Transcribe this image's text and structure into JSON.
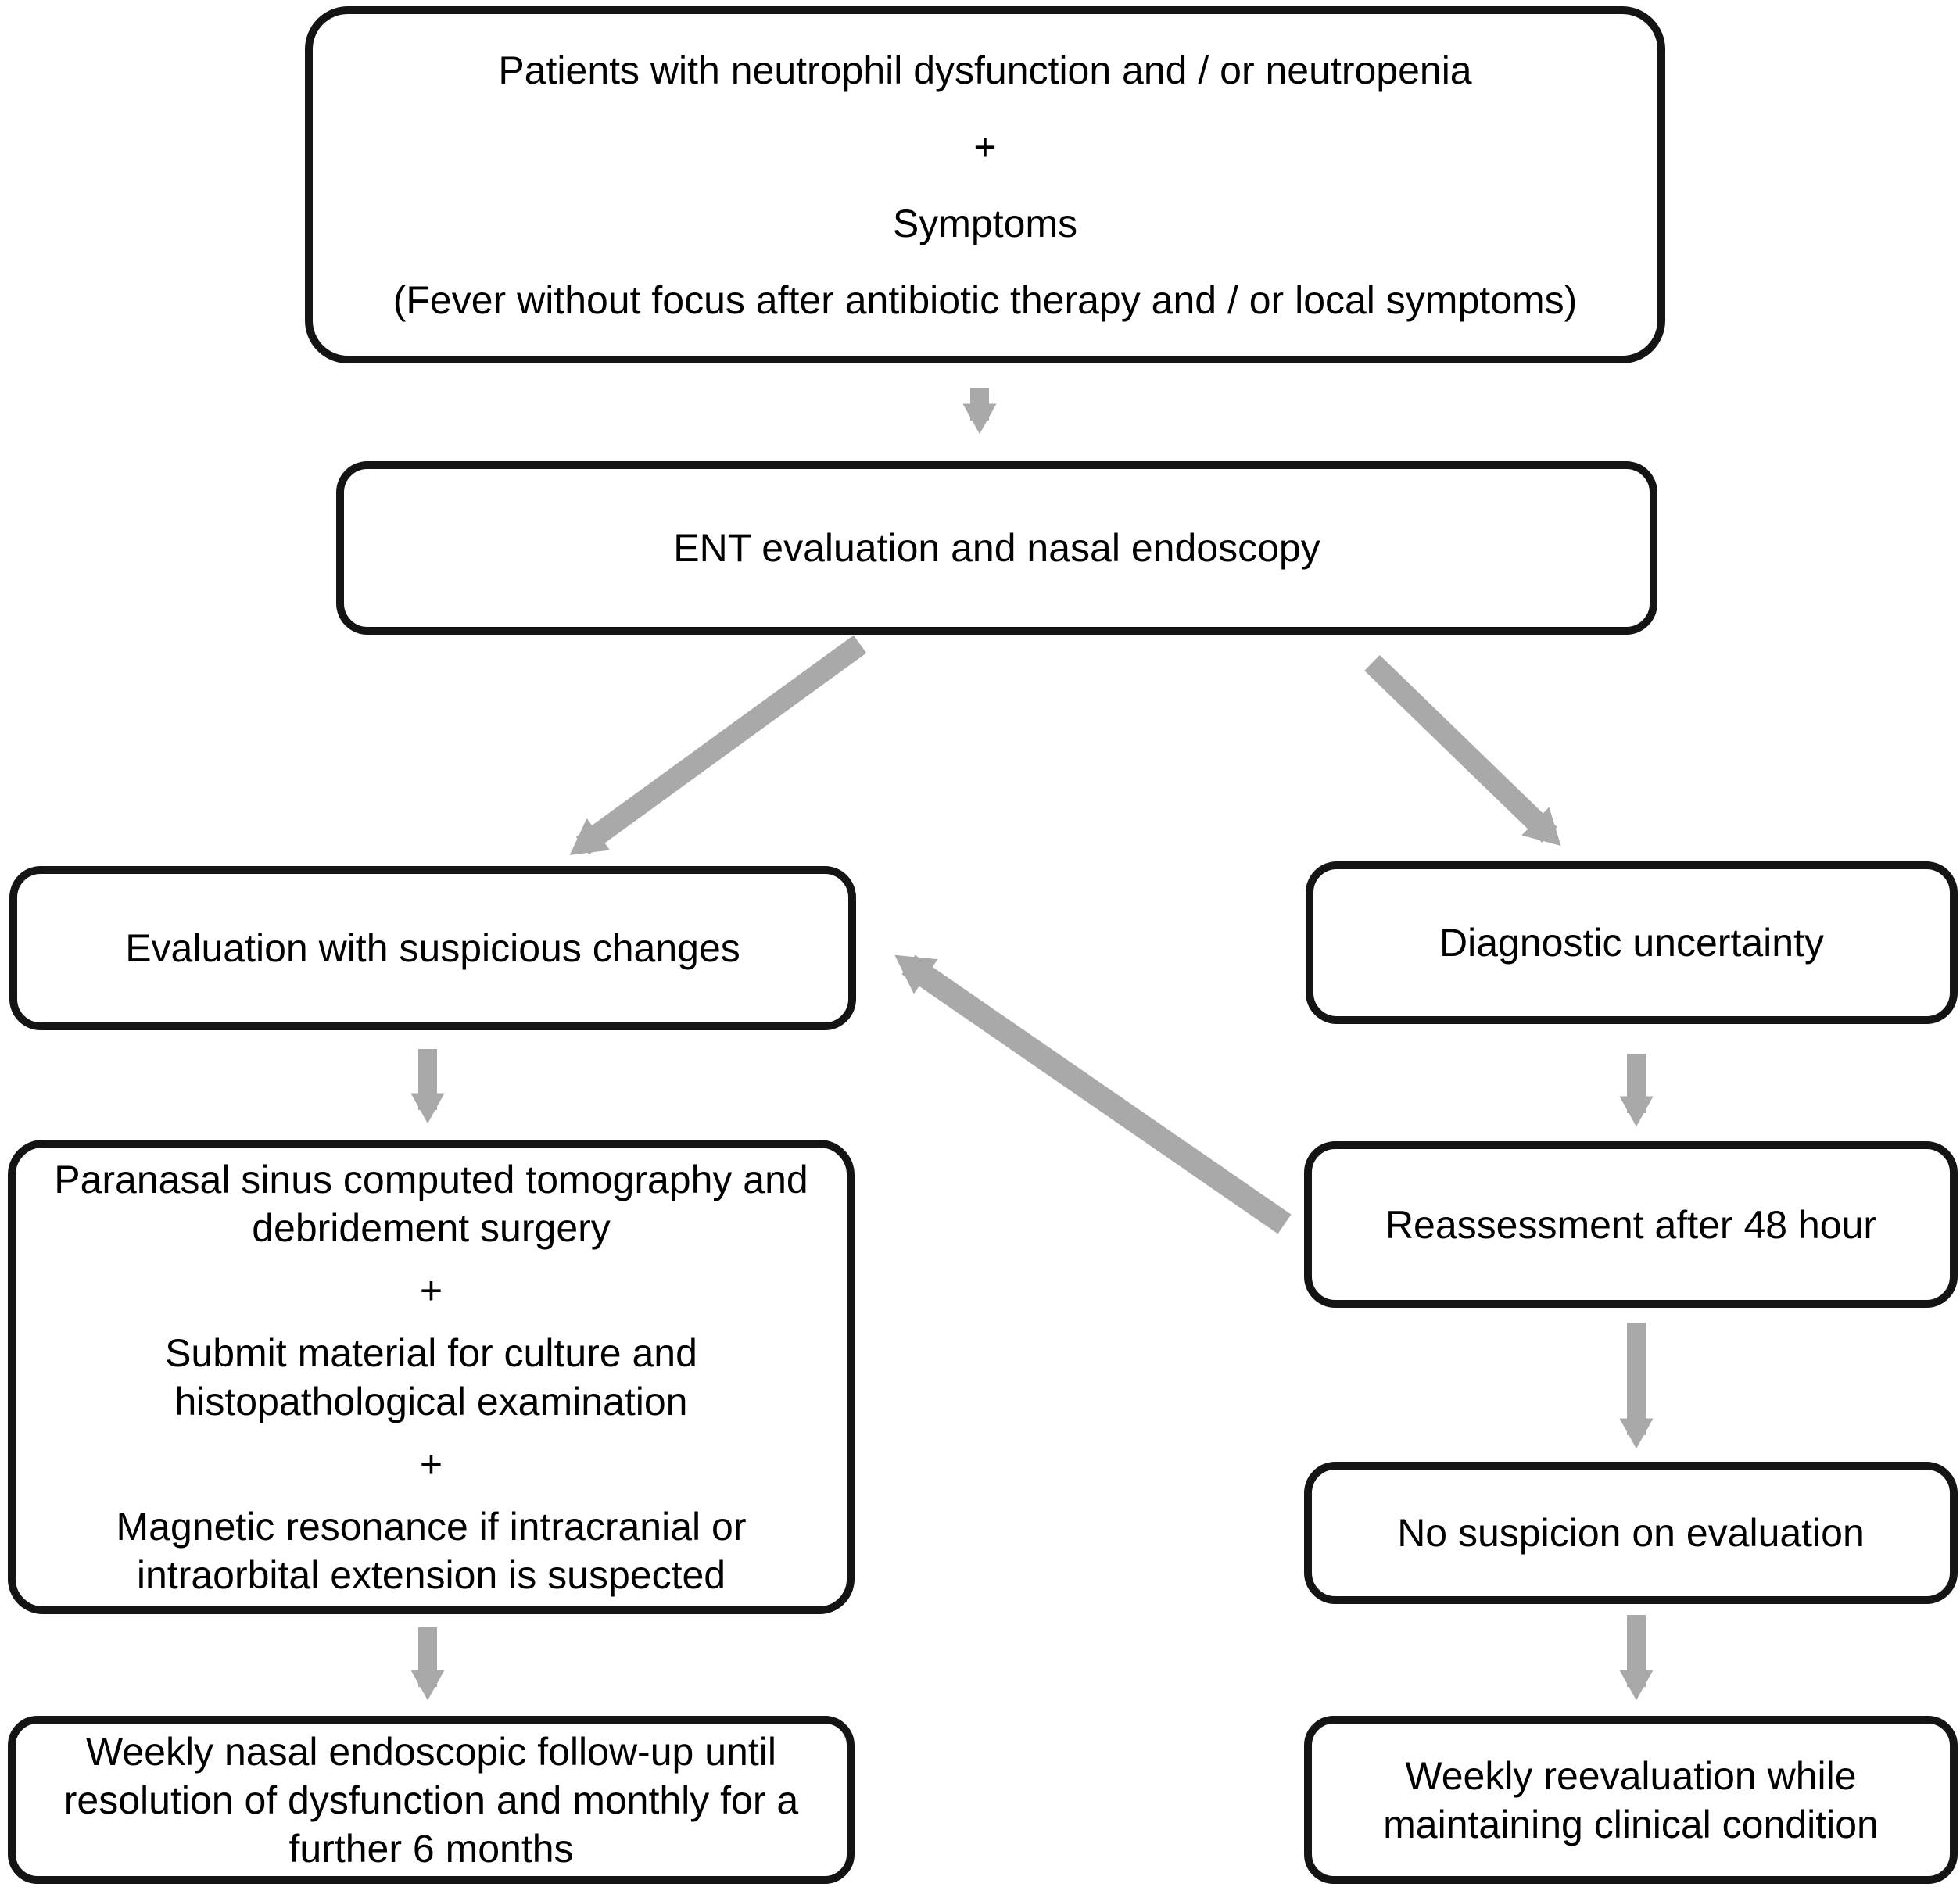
{
  "figure": {
    "type": "flowchart",
    "background": "#ffffff"
  },
  "colors": {
    "arrow": "#a9a9a9",
    "border": "#141414",
    "background": "#ffffff",
    "text": "#000000"
  },
  "nodes": {
    "patients": {
      "items": [
        "Patients with neutrophil dysfunction and / or neutropenia",
        "+",
        "Symptoms",
        "(Fever without focus after antibiotic therapy and / or local symptoms)"
      ]
    },
    "ent": {
      "items": [
        "ENT evaluation and nasal endoscopy"
      ]
    },
    "suspicious": {
      "items": [
        "Evaluation with suspicious changes"
      ]
    },
    "uncertainty": {
      "items": [
        "Diagnostic uncertainty"
      ]
    },
    "workup": {
      "items": [
        "Paranasal sinus computed tomography and debridement surgery",
        "+",
        "Submit material for culture and histopathological examination",
        "+",
        "Magnetic resonance if intracranial or intraorbital extension is suspected"
      ]
    },
    "reassessment": {
      "items": [
        "Reassessment after 48 hour"
      ]
    },
    "no_suspicion": {
      "items": [
        "No suspicion on evaluation"
      ]
    },
    "weekly_endoscopic": {
      "items": [
        "Weekly nasal endoscopic follow-up until resolution of dysfunction and monthly for a further 6 months"
      ]
    },
    "weekly_reevaluation": {
      "items": [
        "Weekly reevaluation while maintaining clinical condition"
      ]
    }
  },
  "edges": [
    {
      "from": "patients",
      "to": "ent"
    },
    {
      "from": "ent",
      "to": "suspicious"
    },
    {
      "from": "ent",
      "to": "uncertainty"
    },
    {
      "from": "suspicious",
      "to": "workup"
    },
    {
      "from": "workup",
      "to": "weekly_endoscopic"
    },
    {
      "from": "uncertainty",
      "to": "reassessment"
    },
    {
      "from": "reassessment",
      "to": "no_suspicion"
    },
    {
      "from": "reassessment",
      "to": "suspicious"
    },
    {
      "from": "no_suspicion",
      "to": "weekly_reevaluation"
    }
  ]
}
